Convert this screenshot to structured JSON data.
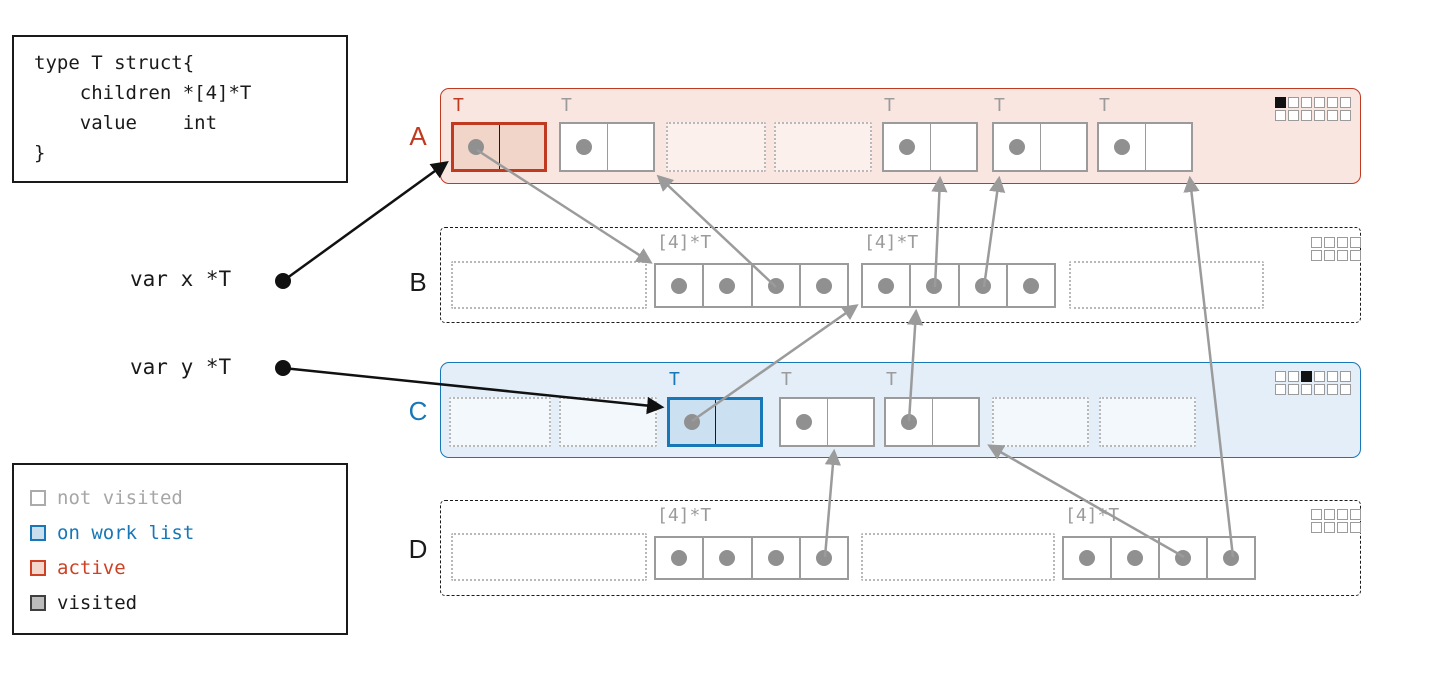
{
  "colors": {
    "active_red": "#c03a21",
    "worklist_blue": "#1777b7",
    "not_visited_gray": "#9b9b9b",
    "visited_fill": "#bcbcbc",
    "region_a_bg": "#f9e6e0",
    "region_c_bg": "#e3eef8"
  },
  "code_box": {
    "code": "type T struct{\n    children *[4]*T\n    value    int\n}"
  },
  "variables": {
    "x": "var x *T",
    "y": "var y *T"
  },
  "legend": {
    "items": [
      {
        "label": "not visited",
        "state": "not-visited"
      },
      {
        "label": "on work list",
        "state": "on-work-list"
      },
      {
        "label": "active",
        "state": "active"
      },
      {
        "label": "visited",
        "state": "visited"
      }
    ]
  },
  "regions": {
    "a": {
      "label": "A",
      "bitmap": {
        "cols": 6,
        "rows": 2,
        "filled": [
          0
        ]
      },
      "slots": [
        {
          "kind": "struct",
          "type_label": "T",
          "state": "active"
        },
        {
          "kind": "struct",
          "type_label": "T",
          "state": "not-visited"
        },
        {
          "kind": "free"
        },
        {
          "kind": "free"
        },
        {
          "kind": "struct",
          "type_label": "T",
          "state": "not-visited"
        },
        {
          "kind": "struct",
          "type_label": "T",
          "state": "not-visited"
        },
        {
          "kind": "struct",
          "type_label": "T",
          "state": "not-visited"
        }
      ]
    },
    "b": {
      "label": "B",
      "bitmap": {
        "cols": 4,
        "rows": 2,
        "filled": []
      },
      "slots": [
        {
          "kind": "free"
        },
        {
          "kind": "array",
          "type_label": "[4]*T",
          "state": "not-visited"
        },
        {
          "kind": "array",
          "type_label": "[4]*T",
          "state": "not-visited"
        },
        {
          "kind": "free"
        }
      ]
    },
    "c": {
      "label": "C",
      "bitmap": {
        "cols": 6,
        "rows": 2,
        "filled": [
          2
        ]
      },
      "slots": [
        {
          "kind": "free"
        },
        {
          "kind": "free"
        },
        {
          "kind": "struct",
          "type_label": "T",
          "state": "on-work-list"
        },
        {
          "kind": "struct",
          "type_label": "T",
          "state": "not-visited"
        },
        {
          "kind": "struct",
          "type_label": "T",
          "state": "not-visited"
        },
        {
          "kind": "free"
        },
        {
          "kind": "free"
        }
      ]
    },
    "d": {
      "label": "D",
      "bitmap": {
        "cols": 4,
        "rows": 2,
        "filled": []
      },
      "slots": [
        {
          "kind": "free"
        },
        {
          "kind": "array",
          "type_label": "[4]*T",
          "state": "not-visited"
        },
        {
          "kind": "free"
        },
        {
          "kind": "array",
          "type_label": "[4]*T",
          "state": "not-visited"
        }
      ]
    }
  },
  "pointers": [
    {
      "from": "var x",
      "to": "A.slot0"
    },
    {
      "from": "var y",
      "to": "C.slot2"
    },
    {
      "from": "A.slot0.children",
      "to": "B.array1"
    },
    {
      "from": "B.array1[2]",
      "to": "A.slot1"
    },
    {
      "from": "B.array2[1]",
      "to": "A.slot4"
    },
    {
      "from": "B.array2[2]",
      "to": "A.slot5"
    },
    {
      "from": "C.slot2.children",
      "to": "B.array2"
    },
    {
      "from": "C.slot4.children",
      "to": "B.array2"
    },
    {
      "from": "D.array1[3]",
      "to": "C.slot3"
    },
    {
      "from": "D.array2[2]",
      "to": "C.slot4"
    },
    {
      "from": "D.array2[3]",
      "to": "A.slot6"
    }
  ]
}
